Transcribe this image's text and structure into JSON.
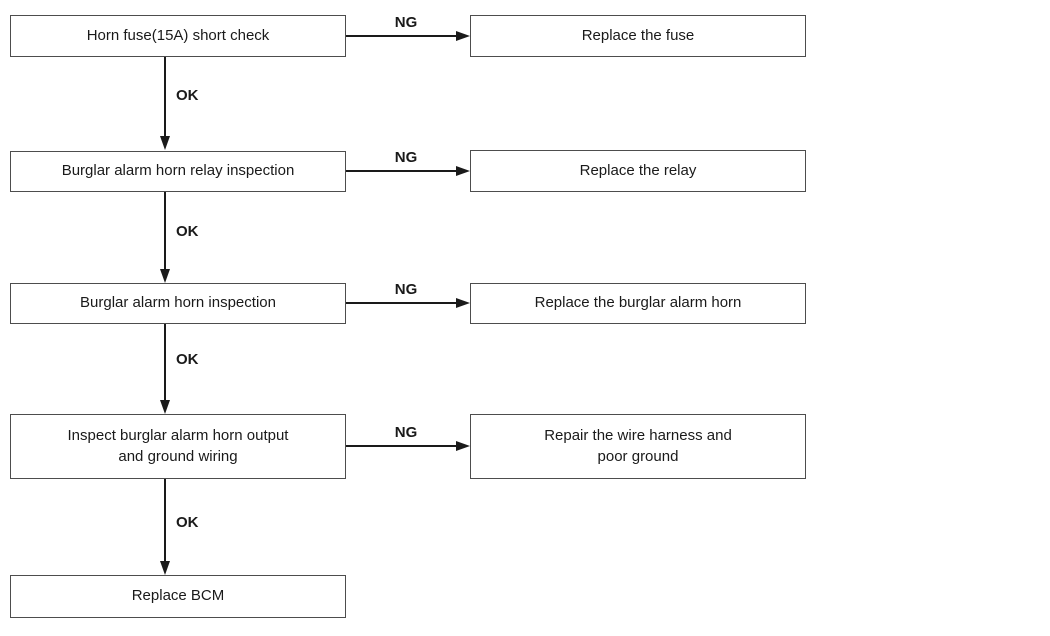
{
  "flow": {
    "ok_label": "OK",
    "ng_label": "NG",
    "steps": [
      {
        "label": "Horn fuse(15A) short check"
      },
      {
        "label": "Burglar alarm horn relay inspection"
      },
      {
        "label": "Burglar alarm horn inspection"
      },
      {
        "label": "Inspect burglar alarm horn output\nand ground wiring"
      },
      {
        "label": "Replace BCM"
      }
    ],
    "ng_results": [
      {
        "label": "Replace the fuse"
      },
      {
        "label": "Replace the relay"
      },
      {
        "label": "Replace the burglar alarm horn"
      },
      {
        "label": "Repair the wire harness and\npoor ground"
      }
    ]
  },
  "colors": {
    "background": "#ffffff",
    "box_border": "#4d4d4d",
    "line": "#1a1a1a",
    "text": "#1a1a1a"
  }
}
